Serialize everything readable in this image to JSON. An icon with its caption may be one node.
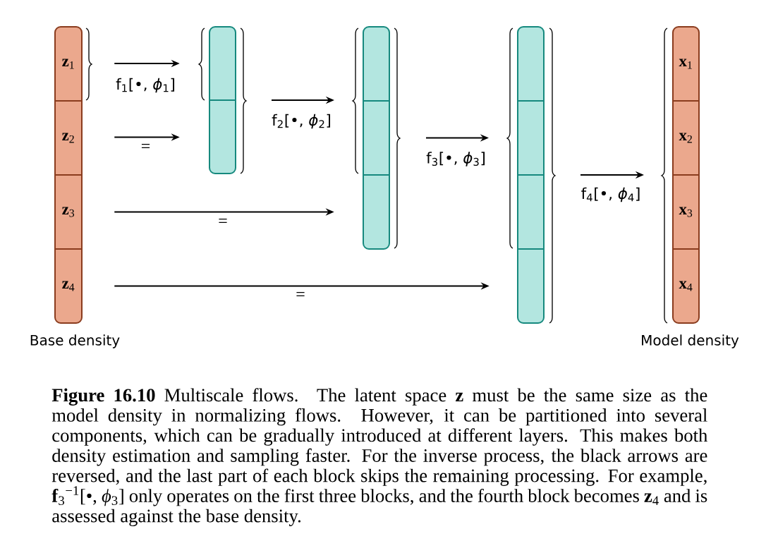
{
  "diagram": {
    "nodes": [
      {
        "text": [],
        "shape": "bar",
        "beside": [
          "Base density"
        ]
      },
      {
        "text": [
          "**z**$_{1}$"
        ],
        "in": 0
      },
      {
        "text": [
          "**z**$_{2}$"
        ],
        "in": 0
      },
      {
        "text": [
          "**z**$_{3}$"
        ],
        "in": 0
      },
      {
        "text": [
          "**z**$_{4}$"
        ],
        "in": 0
      },
      {
        "text": [],
        "shape": "bar"
      },
      {
        "text": [],
        "shape": "box",
        "in": 5
      },
      {
        "text": [],
        "shape": "box",
        "in": 5
      },
      {
        "text": [],
        "shape": "bar"
      },
      {
        "text": [],
        "shape": "box",
        "in": 8
      },
      {
        "text": [],
        "shape": "box",
        "in": 8
      },
      {
        "text": [],
        "shape": "box",
        "in": 8
      },
      {
        "text": [],
        "shape": "bar"
      },
      {
        "text": [],
        "shape": "box",
        "in": 12
      },
      {
        "text": [],
        "shape": "box",
        "in": 12
      },
      {
        "text": [],
        "shape": "box",
        "in": 12
      },
      {
        "text": [],
        "shape": "box",
        "in": 12
      },
      {
        "text": [],
        "shape": "bar",
        "beside": [
          "Model density"
        ]
      },
      {
        "text": [
          "**x**$_{1}$"
        ],
        "in": 17
      },
      {
        "text": [
          "**x**$_{2}$"
        ],
        "in": 17
      },
      {
        "text": [
          "**x**$_{3}$"
        ],
        "in": 17
      },
      {
        "text": [
          "**x**$_{4}$"
        ],
        "in": 17
      }
    ],
    "edges": [
      {
        "from": 1,
        "to": 6,
        "arrow": "to",
        "label": "f$_{1}$[•, *ϕ*$_{1}$]"
      },
      {
        "from": 2,
        "to": 7,
        "arrow": "to",
        "label": "="
      },
      {
        "from": 5,
        "to": 8,
        "arrow": "to",
        "label": "f$_{2}$[•, *ϕ*$_{2}$]"
      },
      {
        "from": 3,
        "to": 11,
        "arrow": "to",
        "label": "="
      },
      {
        "from": 8,
        "to": 12,
        "arrow": "to",
        "label": "f$_{3}$[•, *ϕ*$_{3}$]"
      },
      {
        "from": 4,
        "to": 16,
        "arrow": "to",
        "label": "="
      },
      {
        "from": 12,
        "to": 17,
        "arrow": "to",
        "label": "f$_{4}$[•, *ϕ*$_{4}$]"
      }
    ],
    "caption": "**Figure 16.10** Multiscale flows. The latent space **z** must be the same size as the model density in normalizing flows. However, it can be partitioned into several components, which can be gradually introduced at different layers. This makes both density estimation and sampling faster. For the inverse process, the black arrows are reversed, and the last part of each block skips the remaining processing. For example, **f**$_{3}$$^{−1}$[•, *ϕ*$_{3}$] only operates on the first three blocks, and the fourth block becomes **z**$_{4}$ and is assessed against the base density."
  }
}
